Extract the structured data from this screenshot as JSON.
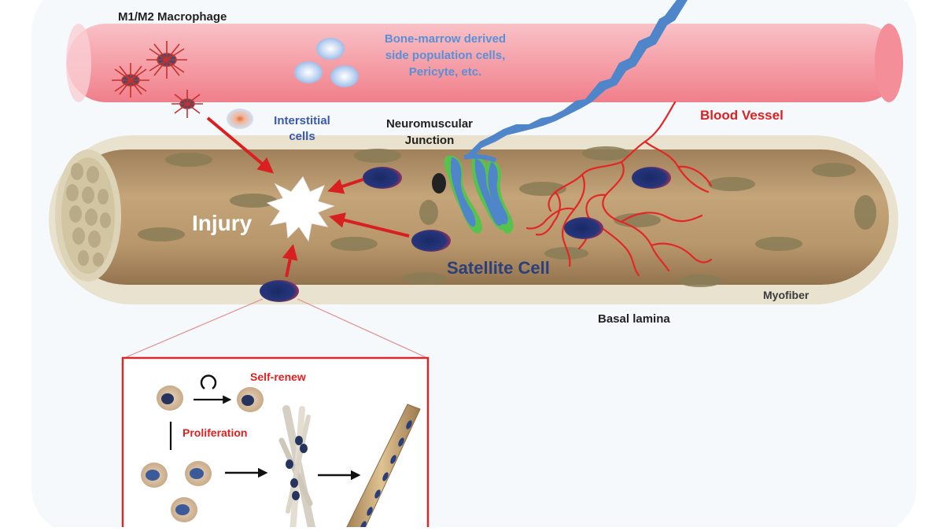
{
  "labels": {
    "macrophage": "M1/M2 Macrophage",
    "bone_marrow_line1": "Bone-marrow derived",
    "bone_marrow_line2": "side population cells,",
    "bone_marrow_line3": "Pericyte, etc.",
    "interstitial_line1": "Interstitial",
    "interstitial_line2": "cells",
    "nmj_line1": "Neuromuscular",
    "nmj_line2": "Junction",
    "blood_vessel": "Blood Vessel",
    "injury": "Injury",
    "satellite_cell": "Satellite Cell",
    "myofiber": "Myofiber",
    "basal_lamina": "Basal lamina",
    "self_renew": "Self-renew",
    "proliferation": "Proliferation"
  },
  "colors": {
    "vessel": "#f6a3ab",
    "fiber": "#b8976c",
    "label_blue": "#5b8fd6",
    "label_red": "#e02020",
    "satellite_nucleus": "#1d2f6b",
    "nerve": "#4f86c9",
    "nmj_green": "#57c34d"
  }
}
